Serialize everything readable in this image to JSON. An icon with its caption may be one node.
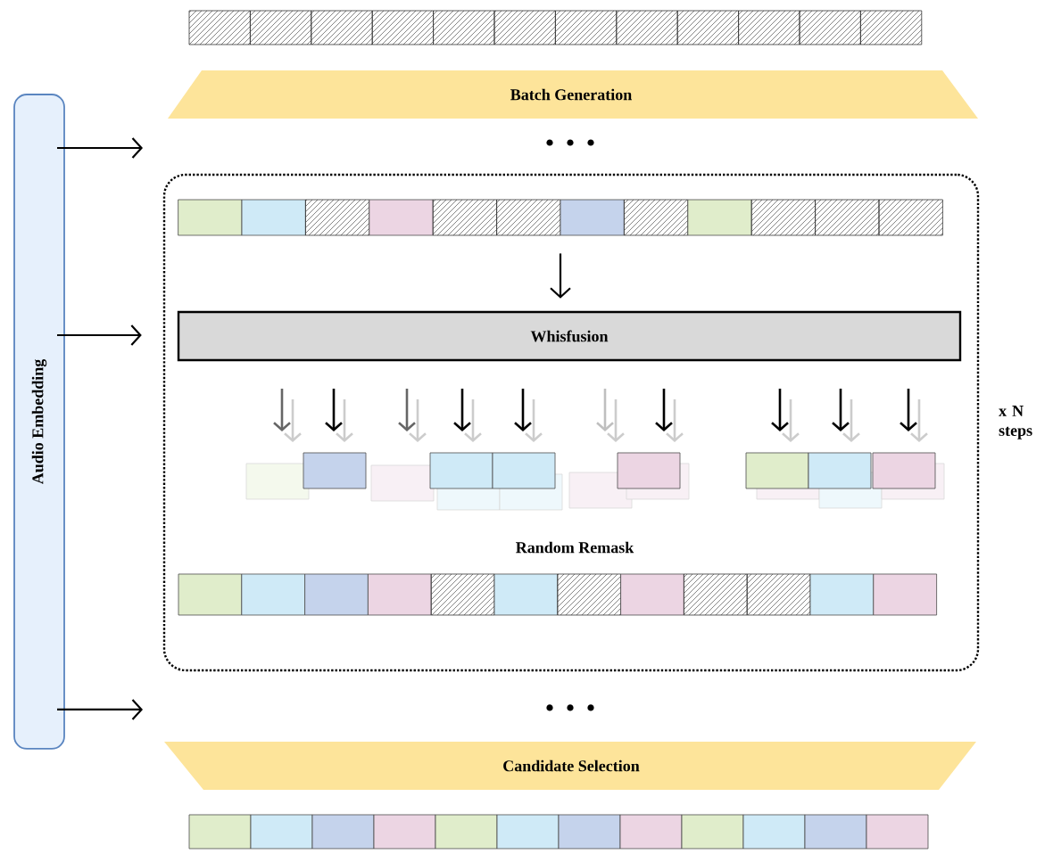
{
  "diagram": {
    "nodes": [
      {
        "text": [
          "Audio Embedding"
        ]
      },
      {
        "text": [
          "Batch Generation"
        ]
      },
      {
        "text": [],
        "shape": "box",
        "beside": [
          "x N steps"
        ]
      },
      {
        "text": [],
        "shape": "bar",
        "in": 2
      },
      {
        "text": [
          "Whisfusion"
        ],
        "in": 2
      },
      {
        "text": [
          "Candidate Selection"
        ]
      }
    ],
    "edges": [
      {
        "from": 0,
        "to": null,
        "arrow": "to"
      },
      {
        "from": 0,
        "to": 2,
        "arrow": "to"
      },
      {
        "from": 0,
        "to": null,
        "arrow": "to"
      },
      {
        "from": 3,
        "to": 4,
        "arrow": "to"
      }
    ],
    "labels": [
      "Random Remask"
    ]
  }
}
